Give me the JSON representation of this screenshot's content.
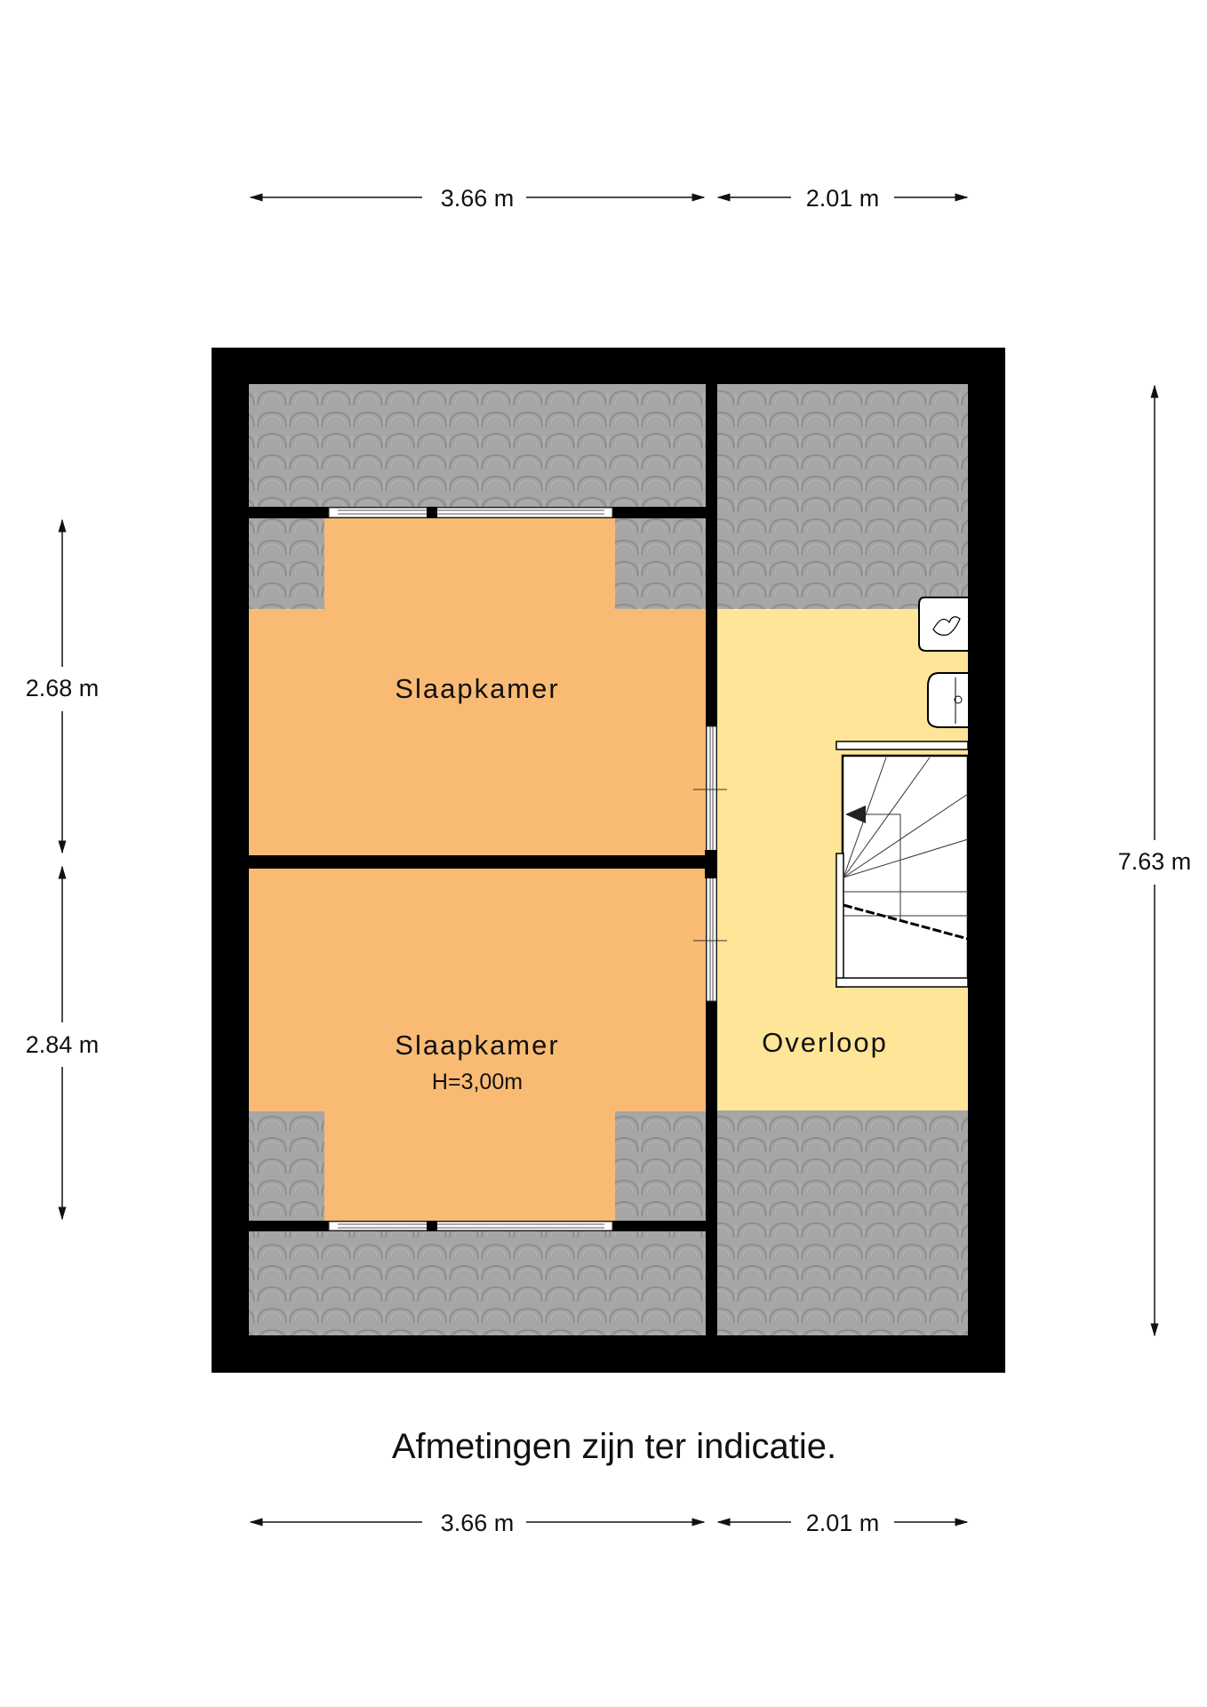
{
  "dimensions": {
    "top_left": "3.66 m",
    "top_right": "2.01 m",
    "bottom_left": "3.66 m",
    "bottom_right": "2.01 m",
    "left_upper": "2.68 m",
    "left_lower": "2.84 m",
    "right_total": "7.63 m"
  },
  "rooms": {
    "bedroom_upper": "Slaapkamer",
    "bedroom_lower": "Slaapkamer",
    "bedroom_lower_height": "H=3,00m",
    "landing": "Overloop"
  },
  "note": "Afmetingen zijn ter indicatie.",
  "colors": {
    "wall": "#000000",
    "bedroom": "#F9BB74",
    "landing": "#FEE597",
    "roof_tiles": "#A6A6A6"
  }
}
